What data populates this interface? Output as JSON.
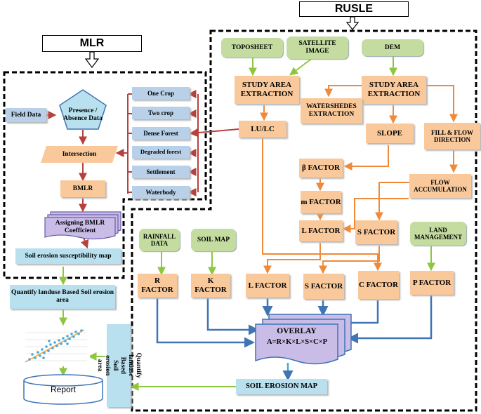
{
  "titles": {
    "rusle": "RUSLE",
    "mlr": "MLR"
  },
  "rusle_inputs": {
    "toposheet": "TOPOSHEET",
    "satellite": "SATELLITE IMAGE",
    "dem": "DEM"
  },
  "rusle_steps": {
    "study_area_1": "STUDY AREA EXTRACTION",
    "study_area_2": "STUDY AREA EXTRACTION",
    "watersheds": "WATERSHEDES EXTRACTION",
    "lulc": "LU/LC",
    "slope": "SLOPE",
    "fill_flow": "FILL & FLOW DIRECTION",
    "beta_factor": "β FACTOR",
    "flow_accumulation": "FLOW ACCUMULATION",
    "m_factor": "m FACTOR",
    "l_factor_mid": "L FACTOR",
    "s_factor_mid": "S FACTOR",
    "rainfall": "RAINFALL DATA",
    "soil_map": "SOIL MAP",
    "land_management": "LAND MANAGEMENT",
    "r_factor": "R FACTOR",
    "k_factor": "K FACTOR",
    "l_factor": "L FACTOR",
    "s_factor": "S FACTOR",
    "c_factor": "C FACTOR",
    "p_factor": "P FACTOR",
    "overlay_title": "OVERLAY",
    "overlay_formula": "A=R×K×L×S×C×P",
    "soil_erosion_map": "SOIL EROSION MAP"
  },
  "mlr": {
    "field_data": "Field Data",
    "presence": "Presence / Absence Data",
    "intersection": "Intersection",
    "bmlr": "BMLR",
    "assigning": "Assigning BMLR Coefficient",
    "susceptibility": "Soil erosion susceptibility map",
    "landuse_classes": [
      "One Crop",
      "Two crop",
      "Dense Forest",
      "Degraded forest",
      "Settlement",
      "Waterbody"
    ]
  },
  "outputs": {
    "quantify_left": "Quantify landuse Based Soil erosion area",
    "quantify_vertical": "Quantify landuse Based Soil erosion area",
    "report": "Report"
  },
  "colors": {
    "green": "#c5dca0",
    "orange": "#f9c99b",
    "blue": "#b8d1e8",
    "purple": "#c9bde8",
    "red_arrow": "#b5413c",
    "orange_arrow": "#f08a3b",
    "blue_arrow": "#3f74b5",
    "green_arrow": "#8dc63f"
  }
}
